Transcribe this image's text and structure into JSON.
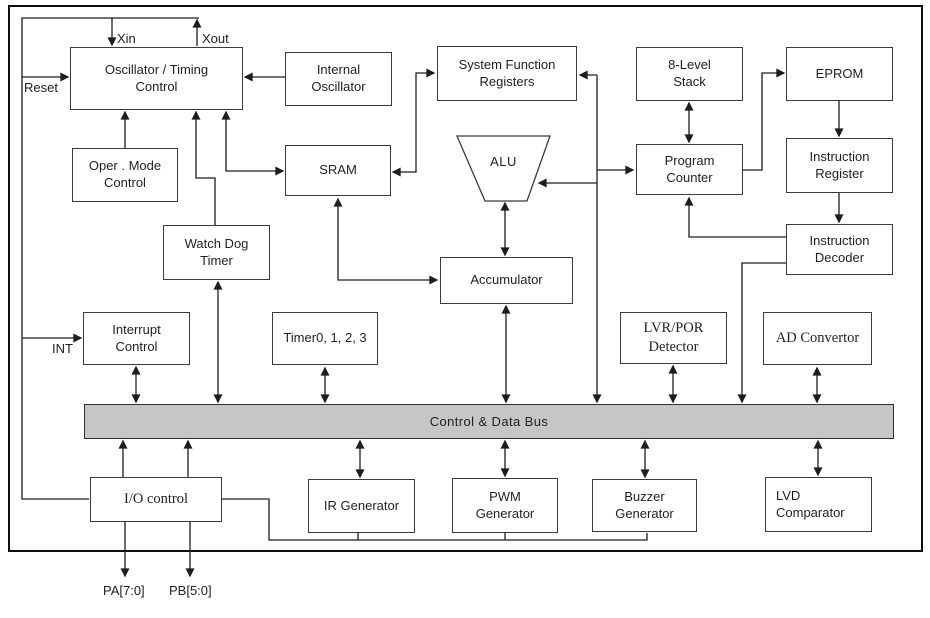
{
  "nodes": {
    "oscillator": "Oscillator / Timing\nControl",
    "oper_mode": "Oper . Mode\nControl",
    "internal_osc": "Internal\nOscillator",
    "sfr": "System Function\nRegisters",
    "sram": "SRAM",
    "alu": "ALU",
    "stack": "8-Level\nStack",
    "eprom": "EPROM",
    "program_counter": "Program\nCounter",
    "instruction_register": "Instruction\nRegister",
    "instruction_decoder": "Instruction\nDecoder",
    "watch_dog_timer": "Watch Dog\nTimer",
    "accumulator": "Accumulator",
    "interrupt_control": "Interrupt\nControl",
    "timers": "Timer0, 1, 2, 3",
    "lvr_por_detector": "LVR/POR\nDetector",
    "ad_convertor": "AD Convertor",
    "io_control": "I/O control",
    "ir_generator": "IR Generator",
    "pwm_generator": "PWM\nGenerator",
    "buzzer_generator": "Buzzer\nGenerator",
    "lvd_comparator": "LVD\nComparator"
  },
  "bus": {
    "label": "Control & Data Bus",
    "fill": "#c6c6c6"
  },
  "pins": {
    "xin": "Xin",
    "xout": "Xout",
    "reset": "Reset",
    "int": "INT",
    "pa": "PA[7:0]",
    "pb": "PB[5:0]"
  },
  "colors": {
    "line": "#1d1d1d",
    "box_border": "#3b3b3b",
    "background": "#ffffff"
  }
}
